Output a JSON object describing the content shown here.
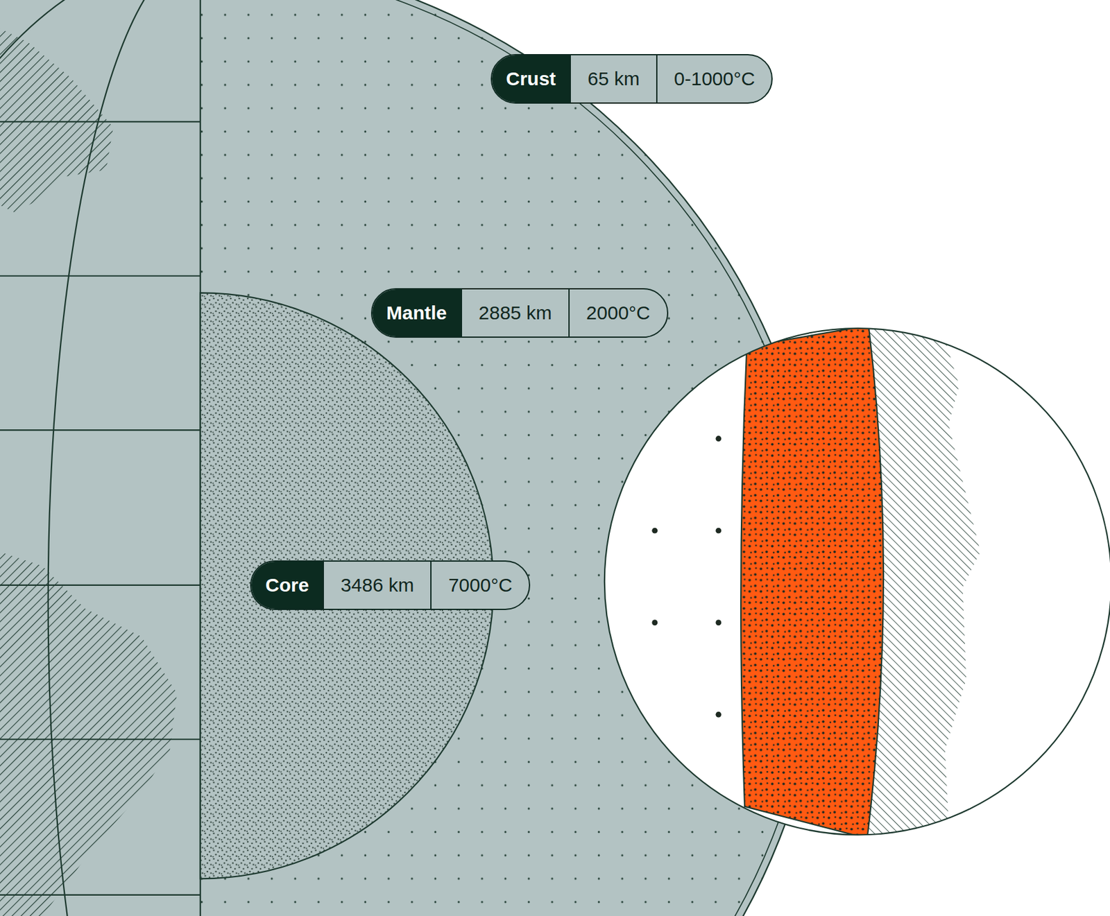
{
  "diagram": {
    "nodes": [
      {
        "text": [
          "Crust",
          "65 km",
          "0-1000°C"
        ]
      },
      {
        "text": [
          "Mantle",
          "2885 km",
          "2000°C"
        ]
      },
      {
        "text": [
          "Core",
          "3486 km",
          "7000°C"
        ]
      }
    ]
  }
}
